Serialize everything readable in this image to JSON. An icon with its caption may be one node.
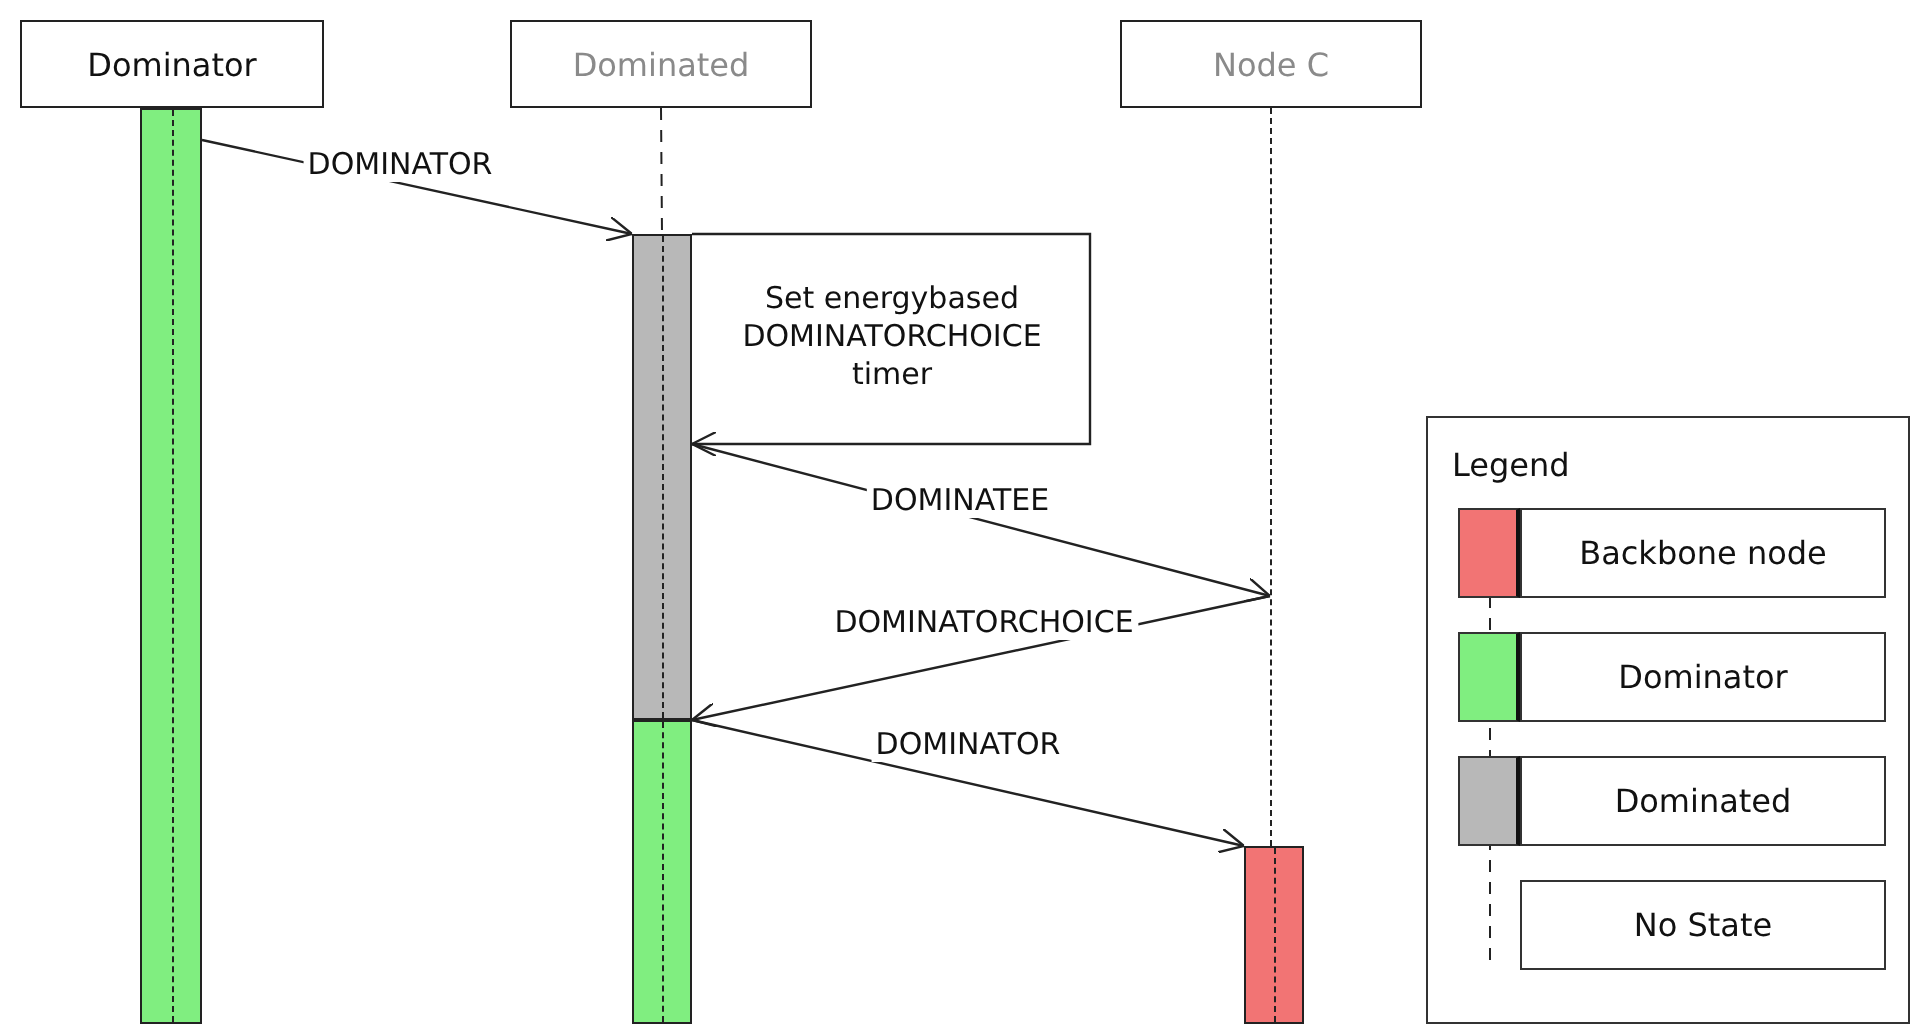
{
  "diagram": {
    "nodes": [
      {
        "text": [
          "Dominator"
        ]
      },
      {
        "text": [
          "Dominated"
        ]
      },
      {
        "text": [
          "Node C"
        ]
      },
      {
        "text": [],
        "shape": "bar"
      },
      {
        "text": [],
        "shape": "bar"
      },
      {
        "text": [],
        "shape": "bar"
      },
      {
        "text": [],
        "shape": "line"
      },
      {
        "text": [],
        "shape": "bar"
      }
    ],
    "edges": [
      {
        "from": 3,
        "to": 4,
        "arrow": "to",
        "label": "DOMINATOR"
      },
      {
        "from": 4,
        "to": 4,
        "arrow": "to",
        "label": "Set energybased DOMINATORCHOICE timer"
      },
      {
        "from": 4,
        "to": 6,
        "arrow": "to",
        "label": "DOMINATEE"
      },
      {
        "from": 6,
        "to": 4,
        "arrow": "to",
        "label": "DOMINATORCHOICE"
      },
      {
        "from": 5,
        "to": 7,
        "arrow": "to",
        "label": "DOMINATOR"
      },
      {
        "from": 1,
        "to": 4,
        "arrow": "none",
        "style": "dashed"
      }
    ],
    "labels": [
      "Legend"
    ],
    "legend": [
      {
        "text": "Backbone node",
        "color": "#f27474"
      },
      {
        "text": "Dominator",
        "color": "#80ee80"
      },
      {
        "text": "Dominated",
        "color": "#b8b8b8"
      },
      {
        "text": "No State"
      }
    ]
  }
}
